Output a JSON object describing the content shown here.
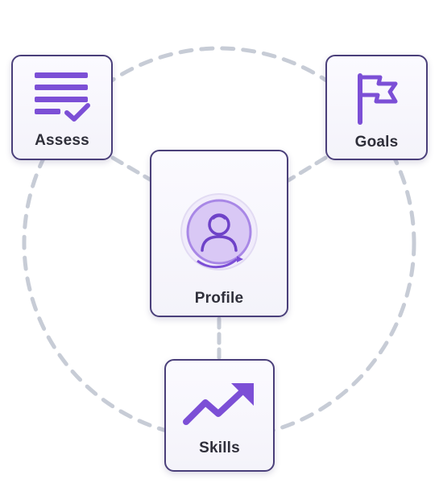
{
  "nodes": {
    "assess": {
      "label": "Assess"
    },
    "goals": {
      "label": "Goals"
    },
    "profile": {
      "label": "Profile"
    },
    "skills": {
      "label": "Skills"
    }
  },
  "colors": {
    "accent": "#7c4fd6",
    "card_border": "#4a3f7a",
    "connector": "#c7ccd6",
    "label_text": "#2f2f3a"
  },
  "icons": {
    "assess": "checklist-icon",
    "goals": "flag-icon",
    "profile": "user-avatar-icon",
    "skills": "trending-up-icon"
  }
}
